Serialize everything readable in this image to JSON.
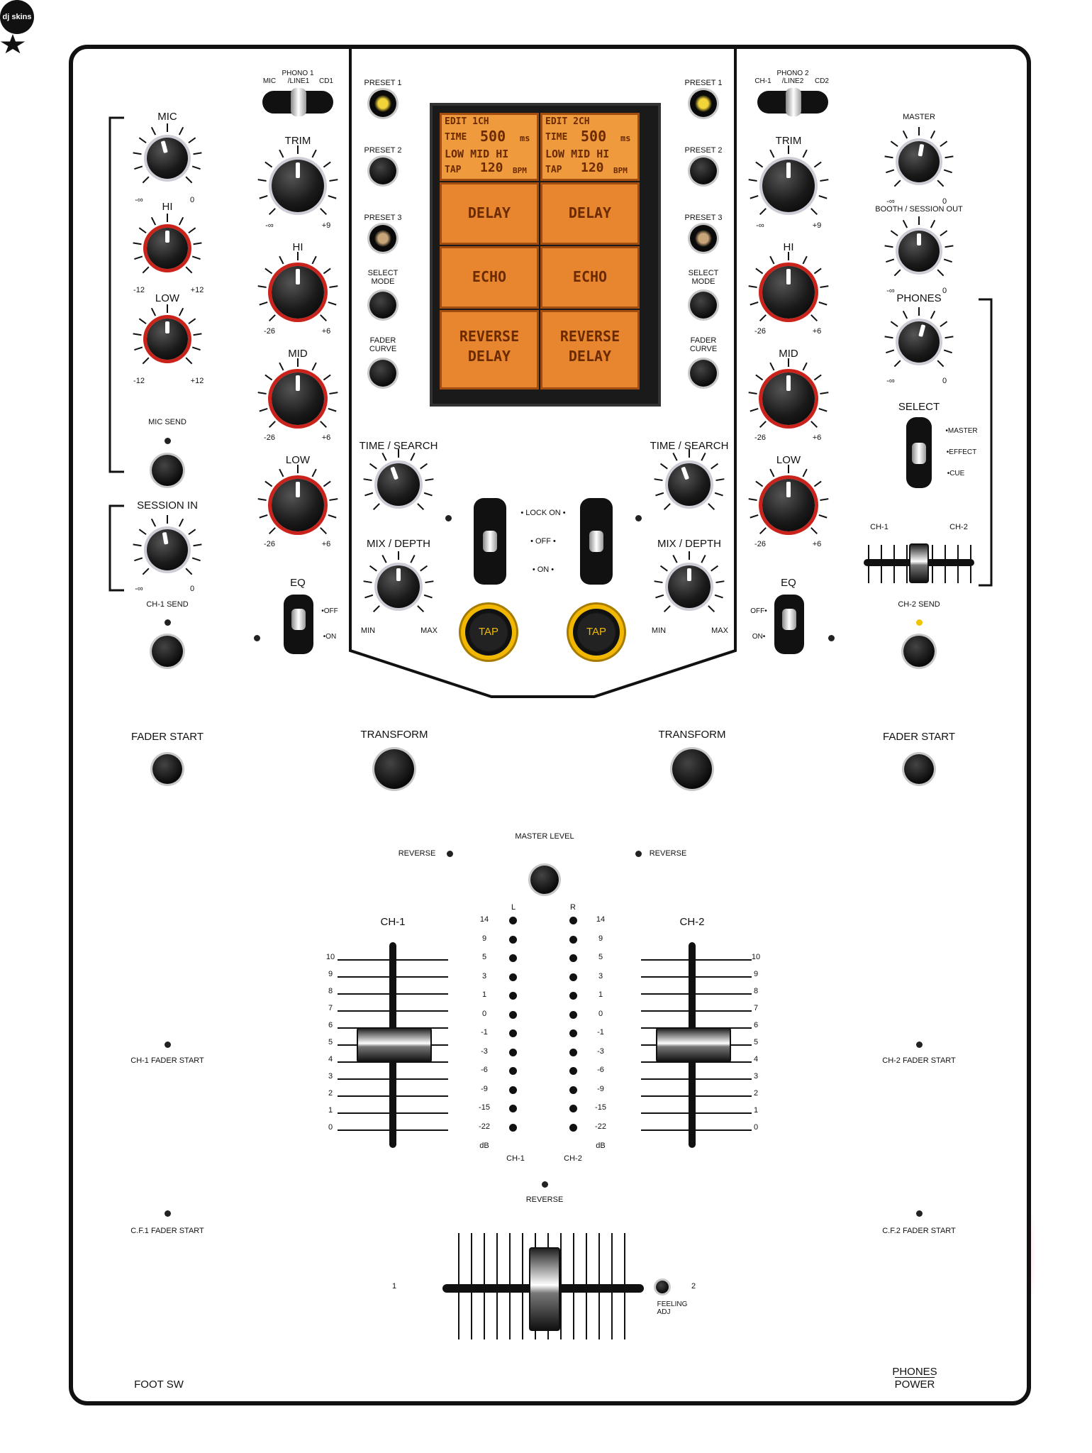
{
  "colors": {
    "panel_border": "#111111",
    "eq_ring": "#c9231c",
    "tap_ring": "#f2b800",
    "screen_bg": "#e8862f",
    "splash_green": "#5dbb22",
    "splash_yellow": "#f5e400",
    "splash_pink": "#e0256e"
  },
  "left": {
    "mic_source": {
      "label": "PHONO 1",
      "opt_a": "MIC",
      "opt_b": "/LINE1",
      "opt_c": "CD1"
    },
    "mic": {
      "title": "MIC",
      "min": "-∞",
      "max": "0"
    },
    "mic_hi": {
      "title": "HI",
      "min": "-12",
      "max": "+12"
    },
    "mic_low": {
      "title": "LOW",
      "min": "-12",
      "max": "+12"
    },
    "mic_send": "MIC SEND",
    "session_in": {
      "title": "SESSION IN",
      "min": "-∞",
      "max": "0"
    },
    "ch1_send": "CH-1 SEND",
    "trim": {
      "title": "TRIM",
      "min": "-∞",
      "max": "+9"
    },
    "hi": {
      "title": "HI",
      "min": "-26",
      "max": "+6"
    },
    "mid": {
      "title": "MID",
      "min": "-26",
      "max": "+6"
    },
    "low": {
      "title": "LOW",
      "min": "-26",
      "max": "+6"
    },
    "eq": {
      "title": "EQ",
      "off": "•OFF",
      "on": "•ON"
    },
    "fader_start": "FADER START",
    "transform": "TRANSFORM",
    "ch1_fader_start": "CH-1 FADER START",
    "cf1_fader_start": "C.F.1 FADER START",
    "foot_sw": "FOOT SW"
  },
  "right": {
    "source": {
      "label": "PHONO 2",
      "opt_a": "CH-1",
      "opt_b": "/LINE2",
      "opt_c": "CD2"
    },
    "master": {
      "title": "MASTER",
      "min": "-∞",
      "max": "0"
    },
    "booth": {
      "title": "BOOTH / SESSION OUT",
      "min": "-∞",
      "max": "0"
    },
    "phones": {
      "title": "PHONES",
      "min": "-∞",
      "max": "0"
    },
    "select": {
      "title": "SELECT",
      "opt_a": "•MASTER",
      "opt_b": "•EFFECT",
      "opt_c": "•CUE"
    },
    "cf_ch1": "CH-1",
    "cf_ch2": "CH-2",
    "ch2_send": "CH-2 SEND",
    "trim": {
      "title": "TRIM",
      "min": "-∞",
      "max": "+9"
    },
    "hi": {
      "title": "HI",
      "min": "-26",
      "max": "+6"
    },
    "mid": {
      "title": "MID",
      "min": "-26",
      "max": "+6"
    },
    "low": {
      "title": "LOW",
      "min": "-26",
      "max": "+6"
    },
    "eq": {
      "title": "EQ",
      "off": "OFF•",
      "on": "ON•"
    },
    "fader_start": "FADER START",
    "transform": "TRANSFORM",
    "ch2_fader_start": "CH-2 FADER START",
    "cf2_fader_start": "C.F.2 FADER START",
    "phones_power": "PHONES",
    "power": "POWER"
  },
  "effects": {
    "preset1": "PRESET 1",
    "preset2": "PRESET 2",
    "preset3": "PRESET 3",
    "select_mode_a": "SELECT",
    "select_mode_b": "MODE",
    "fader_curve_a": "FADER",
    "fader_curve_b": "CURVE",
    "time_search": "TIME / SEARCH",
    "mix_depth": "MIX / DEPTH",
    "min": "MIN",
    "max": "MAX",
    "lock_on": "• LOCK ON •",
    "off": "•     OFF     •",
    "on": "•      ON      •",
    "tap": "TAP"
  },
  "screen": {
    "ch1": {
      "edit": "EDIT 1CH",
      "time": "TIME",
      "time_val": "500",
      "time_unit": "ms",
      "eq": "LOW MID HI",
      "tap": "TAP",
      "tap_val": "120",
      "tap_unit": "BPM"
    },
    "ch2": {
      "edit": "EDIT 2CH",
      "time": "TIME",
      "time_val": "500",
      "time_unit": "ms",
      "eq": "LOW MID HI",
      "tap": "TAP",
      "tap_val": "120",
      "tap_unit": "BPM"
    },
    "delay": "DELAY",
    "echo": "ECHO",
    "reverse_a": "REVERSE",
    "reverse_b": "DELAY"
  },
  "bottom": {
    "reverse_l": "REVERSE",
    "reverse_r": "REVERSE",
    "reverse_c": "REVERSE",
    "master_level": "MASTER LEVEL",
    "ch1": "CH-1",
    "ch2": "CH-2",
    "meter_l": "L",
    "meter_r": "R",
    "db": "dB",
    "meter_ch1": "CH-1",
    "meter_ch2": "CH-2",
    "fader_scale": [
      "10",
      "9",
      "8",
      "7",
      "6",
      "5",
      "4",
      "3",
      "2",
      "1",
      "0"
    ],
    "meter_scale": [
      "14",
      "9",
      "5",
      "3",
      "1",
      "0",
      "-1",
      "-3",
      "-6",
      "-9",
      "-15",
      "-22"
    ],
    "xf_1": "1",
    "xf_2": "2",
    "feeling_a": "FEELING",
    "feeling_b": "ADJ",
    "logo": "dj skins"
  }
}
